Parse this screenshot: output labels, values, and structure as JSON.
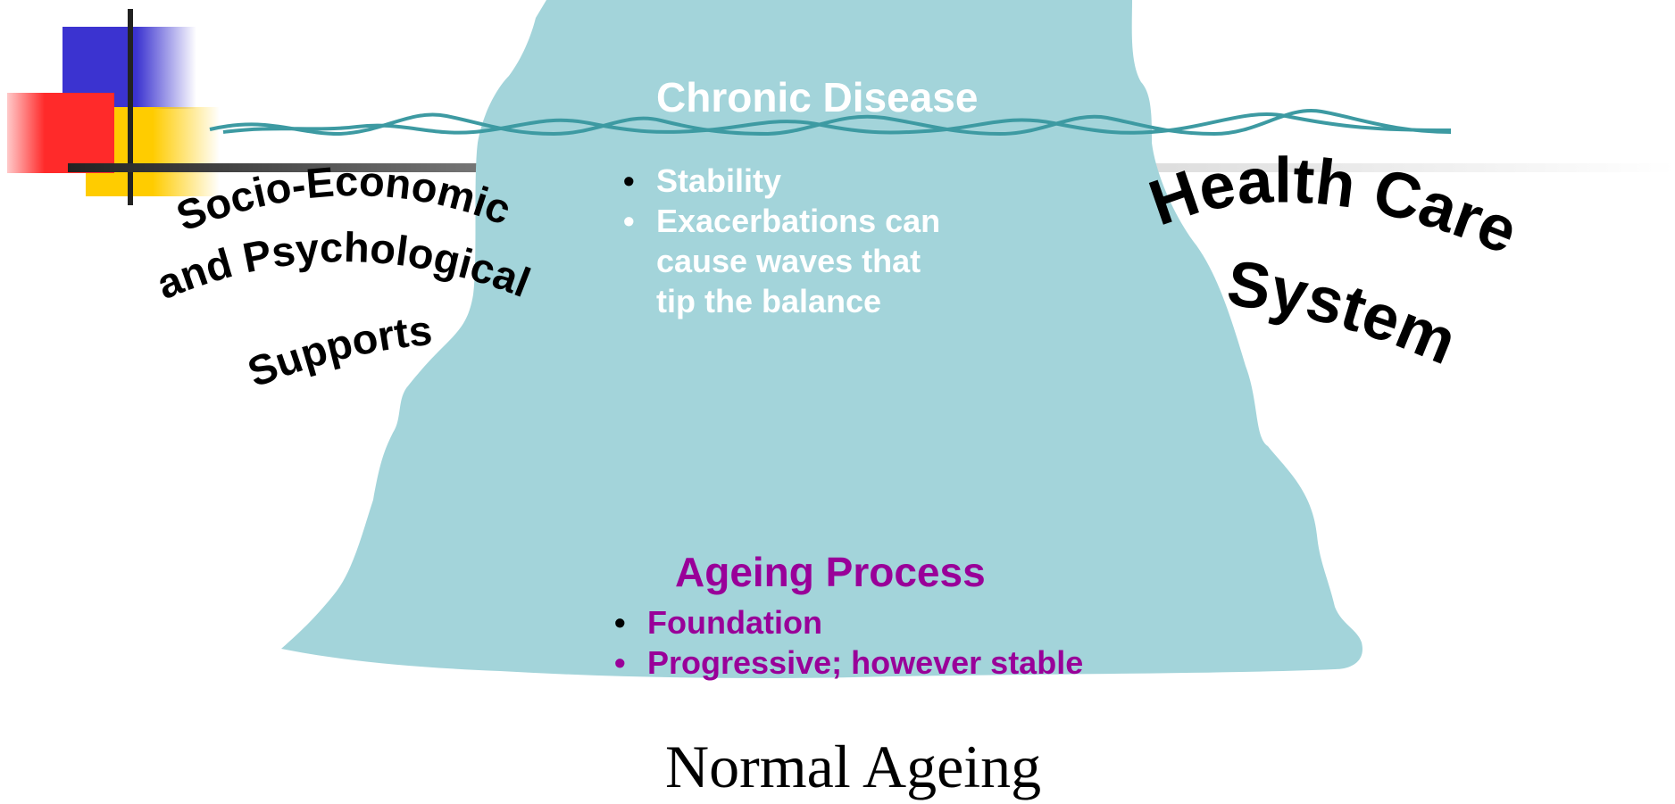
{
  "upper_section": {
    "title": "Chronic Disease",
    "bullets": [
      {
        "text": "Stability"
      },
      {
        "text": "Exacerbations can cause waves that tip the balance",
        "lines": [
          "Exacerbations can",
          "cause waves that",
          "tip the balance"
        ]
      }
    ]
  },
  "lower_section": {
    "title": "Ageing Process",
    "bullets": [
      {
        "text": "Foundation"
      },
      {
        "text": "Progressive; however stable"
      }
    ]
  },
  "left_label": {
    "lines": [
      "Socio-Economic",
      "and Psychological",
      "Supports"
    ]
  },
  "right_label": {
    "lines": [
      "Health Care",
      "System"
    ]
  },
  "footer_title": "Normal Ageing",
  "bullet_glyph": "•",
  "colors": {
    "shape_fill": "#a3d4da",
    "wave": "#3d9aa2",
    "upper_text": "#ffffff",
    "lower_text": "#990099",
    "corner_blue": "#3b33d0",
    "corner_red": "#ff2a2a",
    "corner_yellow": "#ffcc00",
    "corner_lines": "#222222"
  }
}
